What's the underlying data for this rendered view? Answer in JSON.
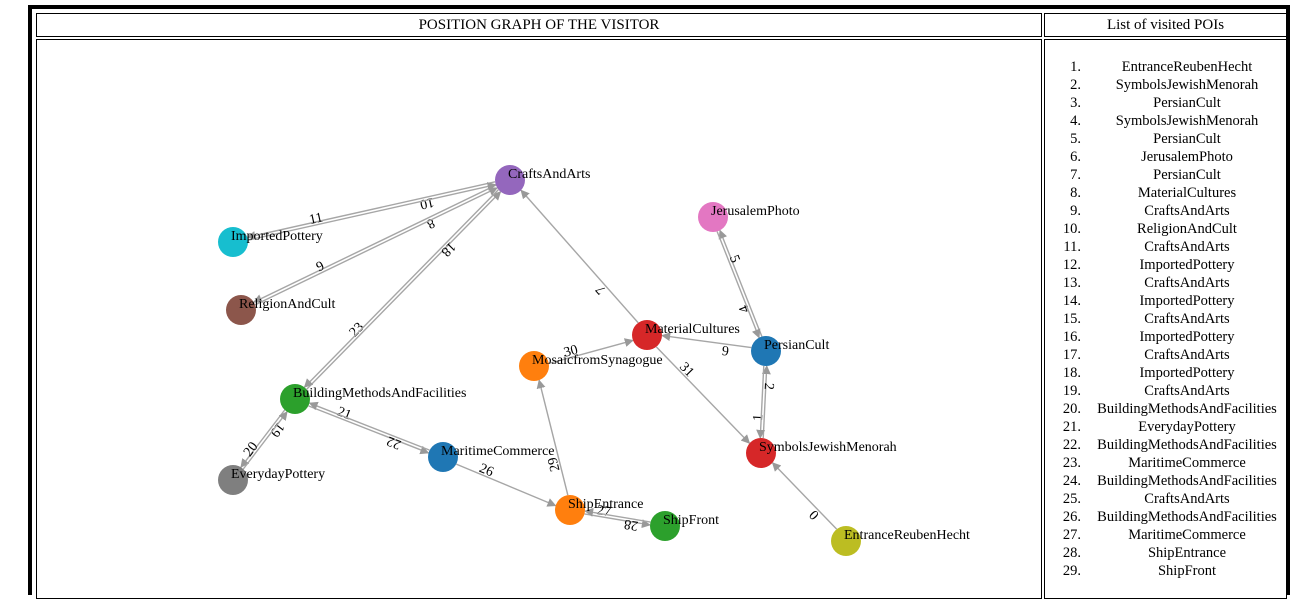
{
  "header": {
    "graph_title": "POSITION GRAPH OF THE VISITOR",
    "list_title": "List of visited POIs"
  },
  "graph": {
    "nodes": [
      {
        "id": "CraftsAndArts",
        "label": "CraftsAndArts",
        "color": "#9467bd"
      },
      {
        "id": "ImportedPottery",
        "label": "ImportedPottery",
        "color": "#17becf"
      },
      {
        "id": "ReligionAndCult",
        "label": "ReligionAndCult",
        "color": "#8c564b"
      },
      {
        "id": "JerusalemPhoto",
        "label": "JerusalemPhoto",
        "color": "#e377c2"
      },
      {
        "id": "MaterialCultures",
        "label": "MaterialCultures",
        "color": "#d62728"
      },
      {
        "id": "PersianCult",
        "label": "PersianCult",
        "color": "#1f77b4"
      },
      {
        "id": "MosaicfromSynagogue",
        "label": "MosaicfromSynagogue",
        "color": "#ff7f0e"
      },
      {
        "id": "BuildingMethodsAndFacilities",
        "label": "BuildingMethodsAndFacilities",
        "color": "#2ca02c"
      },
      {
        "id": "EverydayPottery",
        "label": "EverydayPottery",
        "color": "#7f7f7f"
      },
      {
        "id": "MaritimeCommerce",
        "label": "MaritimeCommerce",
        "color": "#1f77b4"
      },
      {
        "id": "SymbolsJewishMenorah",
        "label": "SymbolsJewishMenorah",
        "color": "#d62728"
      },
      {
        "id": "ShipEntrance",
        "label": "ShipEntrance",
        "color": "#ff7f0e"
      },
      {
        "id": "ShipFront",
        "label": "ShipFront",
        "color": "#2ca02c"
      },
      {
        "id": "EntranceReubenHecht",
        "label": "EntranceReubenHecht",
        "color": "#bcbd22"
      }
    ],
    "edges": [
      {
        "from": "EntranceReubenHecht",
        "to": "SymbolsJewishMenorah",
        "label": "0"
      },
      {
        "from": "SymbolsJewishMenorah",
        "to": "PersianCult",
        "label": "1"
      },
      {
        "from": "PersianCult",
        "to": "SymbolsJewishMenorah",
        "label": "2"
      },
      {
        "from": "PersianCult",
        "to": "JerusalemPhoto",
        "label": "4"
      },
      {
        "from": "JerusalemPhoto",
        "to": "PersianCult",
        "label": "5"
      },
      {
        "from": "PersianCult",
        "to": "MaterialCultures",
        "label": "6"
      },
      {
        "from": "MaterialCultures",
        "to": "CraftsAndArts",
        "label": "7"
      },
      {
        "from": "CraftsAndArts",
        "to": "ReligionAndCult",
        "label": "8"
      },
      {
        "from": "ReligionAndCult",
        "to": "CraftsAndArts",
        "label": "9"
      },
      {
        "from": "CraftsAndArts",
        "to": "ImportedPottery",
        "label": "10"
      },
      {
        "from": "ImportedPottery",
        "to": "CraftsAndArts",
        "label": "11"
      },
      {
        "from": "BuildingMethodsAndFacilities",
        "to": "CraftsAndArts",
        "label": "23"
      },
      {
        "from": "CraftsAndArts",
        "to": "BuildingMethodsAndFacilities",
        "label": "18"
      },
      {
        "from": "BuildingMethodsAndFacilities",
        "to": "EverydayPottery",
        "label": "19"
      },
      {
        "from": "EverydayPottery",
        "to": "BuildingMethodsAndFacilities",
        "label": "20"
      },
      {
        "from": "BuildingMethodsAndFacilities",
        "to": "MaritimeCommerce",
        "label": "21"
      },
      {
        "from": "MaritimeCommerce",
        "to": "BuildingMethodsAndFacilities",
        "label": "22"
      },
      {
        "from": "MaritimeCommerce",
        "to": "ShipEntrance",
        "label": "26"
      },
      {
        "from": "ShipEntrance",
        "to": "ShipFront",
        "label": "27"
      },
      {
        "from": "ShipFront",
        "to": "ShipEntrance",
        "label": "28"
      },
      {
        "from": "ShipEntrance",
        "to": "MosaicfromSynagogue",
        "label": "29"
      },
      {
        "from": "MosaicfromSynagogue",
        "to": "MaterialCultures",
        "label": "30"
      },
      {
        "from": "MaterialCultures",
        "to": "SymbolsJewishMenorah",
        "label": "31"
      }
    ]
  },
  "visited_pois": [
    {
      "num": "1.",
      "name": "EntranceReubenHecht"
    },
    {
      "num": "2.",
      "name": "SymbolsJewishMenorah"
    },
    {
      "num": "3.",
      "name": "PersianCult"
    },
    {
      "num": "4.",
      "name": "SymbolsJewishMenorah"
    },
    {
      "num": "5.",
      "name": "PersianCult"
    },
    {
      "num": "6.",
      "name": "JerusalemPhoto"
    },
    {
      "num": "7.",
      "name": "PersianCult"
    },
    {
      "num": "8.",
      "name": "MaterialCultures"
    },
    {
      "num": "9.",
      "name": "CraftsAndArts"
    },
    {
      "num": "10.",
      "name": "ReligionAndCult"
    },
    {
      "num": "11.",
      "name": "CraftsAndArts"
    },
    {
      "num": "12.",
      "name": "ImportedPottery"
    },
    {
      "num": "13.",
      "name": "CraftsAndArts"
    },
    {
      "num": "14.",
      "name": "ImportedPottery"
    },
    {
      "num": "15.",
      "name": "CraftsAndArts"
    },
    {
      "num": "16.",
      "name": "ImportedPottery"
    },
    {
      "num": "17.",
      "name": "CraftsAndArts"
    },
    {
      "num": "18.",
      "name": "ImportedPottery"
    },
    {
      "num": "19.",
      "name": "CraftsAndArts"
    },
    {
      "num": "20.",
      "name": "BuildingMethodsAndFacilities"
    },
    {
      "num": "21.",
      "name": "EverydayPottery"
    },
    {
      "num": "22.",
      "name": "BuildingMethodsAndFacilities"
    },
    {
      "num": "23.",
      "name": "MaritimeCommerce"
    },
    {
      "num": "24.",
      "name": "BuildingMethodsAndFacilities"
    },
    {
      "num": "25.",
      "name": "CraftsAndArts"
    },
    {
      "num": "26.",
      "name": "BuildingMethodsAndFacilities"
    },
    {
      "num": "27.",
      "name": "MaritimeCommerce"
    },
    {
      "num": "28.",
      "name": "ShipEntrance"
    },
    {
      "num": "29.",
      "name": "ShipFront"
    }
  ]
}
